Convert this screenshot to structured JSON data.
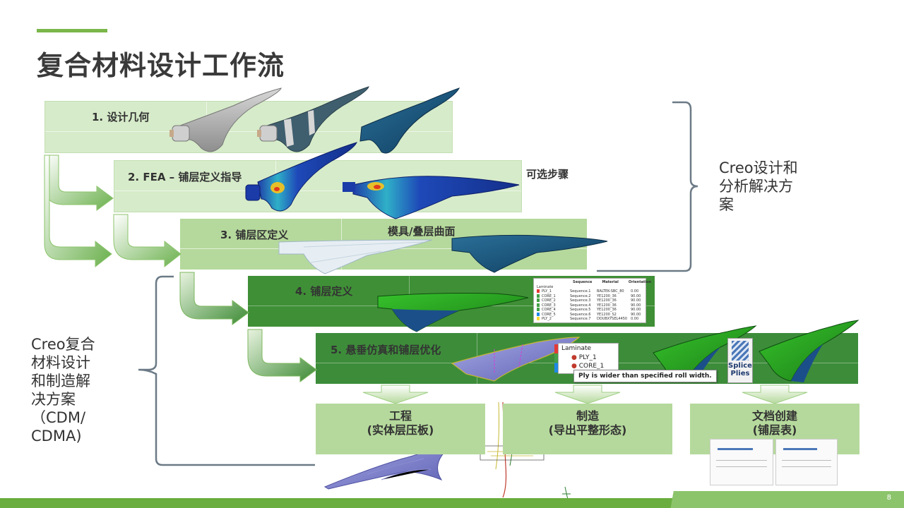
{
  "title": "复合材料设计工作流",
  "steps": [
    {
      "label": "1. 设计几何"
    },
    {
      "label": "2. FEA – 铺层定义指导"
    },
    {
      "label": "3. 铺层区定义"
    },
    {
      "label": "4. 铺层定义"
    },
    {
      "label": "5. 悬垂仿真和铺层优化"
    }
  ],
  "optional_label": "可选步骤",
  "mold_label": "模具/叠层曲面",
  "right_brace_text": [
    "Creo设计和",
    "分析解决方",
    "案"
  ],
  "left_brace_text": [
    "Creo复合",
    "材料设计",
    "和制造解",
    "决方案",
    "（CDM/",
    "CDMA)"
  ],
  "outputs": [
    {
      "line1": "工程",
      "line2": "(实体层压板)"
    },
    {
      "line1": "制造",
      "line2": "(导出平整形态)"
    },
    {
      "line1": "文档创建",
      "line2": "(铺层表)"
    }
  ],
  "tooltip": "Ply is wider than specified roll width.",
  "splice_label": [
    "Splice",
    "Plies"
  ],
  "tree_items": [
    "Laminate",
    "PLY_1",
    "CORE_1"
  ],
  "table_headers": [
    "Sequence",
    "Material",
    "Orientation"
  ],
  "table_root": "Laminate",
  "table_rows": [
    [
      "PLY_1",
      "Sequence.1",
      "BALTEK-SBC_80",
      "0.00"
    ],
    [
      "CORE_1",
      "Sequence.2",
      "YE1200_36",
      "90.00"
    ],
    [
      "CORE_2",
      "Sequence.3",
      "YE1200_36",
      "90.00"
    ],
    [
      "CORE_3",
      "Sequence.4",
      "YE1200_36",
      "90.00"
    ],
    [
      "CORE_4",
      "Sequence.5",
      "YE1200_36",
      "90.00"
    ],
    [
      "CORE_5",
      "Sequence.6",
      "YE1200_S2",
      "90.00"
    ],
    [
      "PLY_2",
      "Sequence.7",
      "DDUBXYSEL4450",
      "0.00"
    ]
  ],
  "page_number": "8",
  "colors": {
    "accent": "#7ab648",
    "light_band": "#d6ebc9",
    "dark_band": "#3f8f36",
    "blade_blue": "#1c4f7a"
  }
}
